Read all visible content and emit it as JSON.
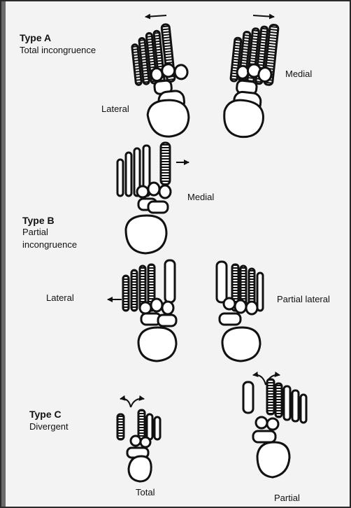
{
  "type_a": {
    "title": "Type A",
    "description": "Total incongruence"
  },
  "type_b": {
    "title": "Type B",
    "description_line1": "Partial",
    "description_line2": "incongruence"
  },
  "type_c": {
    "title": "Type C",
    "description": "Divergent"
  },
  "labels": {
    "a_left_side": "Lateral",
    "a_right_side": "Medial",
    "b_top_side": "Medial",
    "b_left_side": "Lateral",
    "b_right_side": "Partial lateral",
    "c_left_caption": "Total",
    "c_right_caption": "Partial"
  }
}
